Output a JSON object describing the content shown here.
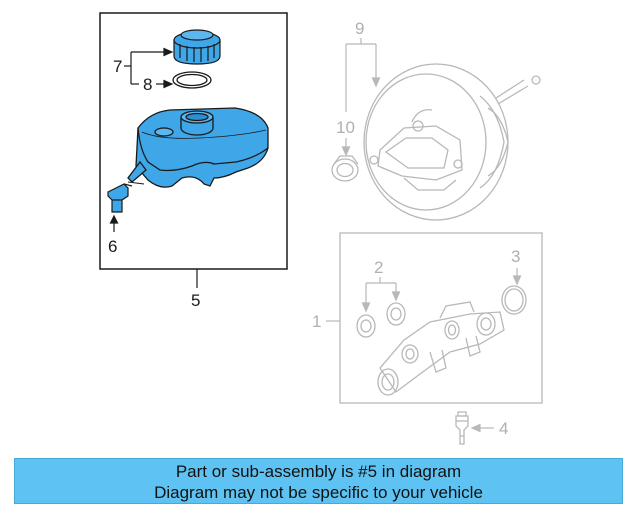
{
  "callouts": {
    "c1": "1",
    "c2": "2",
    "c3": "3",
    "c4": "4",
    "c5": "5",
    "c6": "6",
    "c7": "7",
    "c8": "8",
    "c9": "9",
    "c10": "10"
  },
  "banner": {
    "line1": "Part or sub-assembly is #5 in diagram",
    "line2": "Diagram may not be specific to your vehicle"
  },
  "colors": {
    "highlight_fill": "#3fa6e8",
    "outline_dark": "#1a1a1a",
    "outline_grey": "#b8b8b8",
    "banner_bg": "#5ec3f2"
  },
  "highlighted_part": "5"
}
